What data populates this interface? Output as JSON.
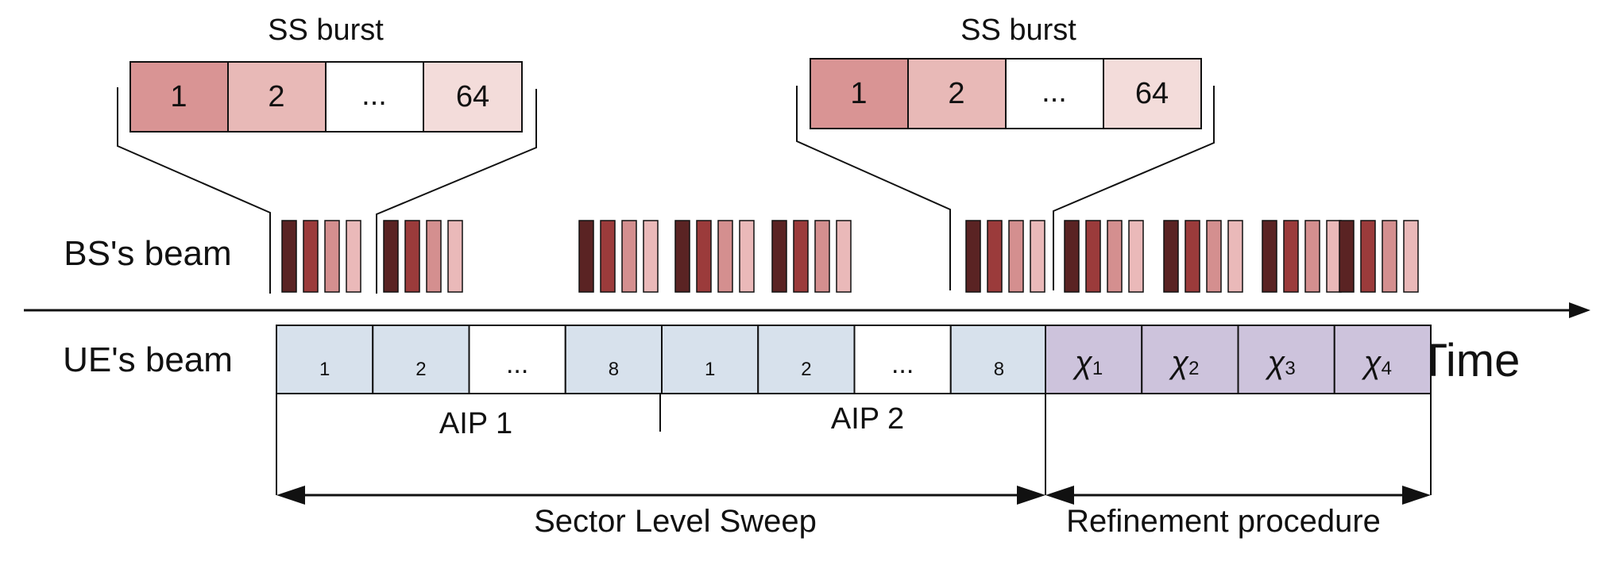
{
  "ss_bursts": [
    {
      "title": "SS burst",
      "cells": [
        "1",
        "2",
        "...",
        "64"
      ]
    },
    {
      "title": "SS burst",
      "cells": [
        "1",
        "2",
        "...",
        "64"
      ]
    }
  ],
  "labels": {
    "bs_beam": "BS's beam",
    "ue_beam": "UE's beam",
    "time": "Time"
  },
  "ue_cells": [
    "1",
    "2",
    "...",
    "8",
    "1",
    "2",
    "...",
    "8"
  ],
  "refine_cells": [
    {
      "sym": "χ",
      "sub": "1"
    },
    {
      "sym": "χ",
      "sub": "2"
    },
    {
      "sym": "χ",
      "sub": "3"
    },
    {
      "sym": "χ",
      "sub": "4"
    }
  ],
  "aip_labels": [
    "AIP 1",
    "AIP 2"
  ],
  "phases": {
    "sector_level_sweep": "Sector Level Sweep",
    "refinement": "Refinement procedure"
  },
  "colors": {
    "beam_shades": [
      "#5a2323",
      "#9b3b3b",
      "#d48f8f",
      "#eab9b9"
    ],
    "burst_cells": [
      "#d99494",
      "#e8b9b7",
      "#ffffff",
      "#f3dcda"
    ],
    "ue_cell": "#d7e1ec",
    "refine_cell": "#cdc3dc"
  }
}
